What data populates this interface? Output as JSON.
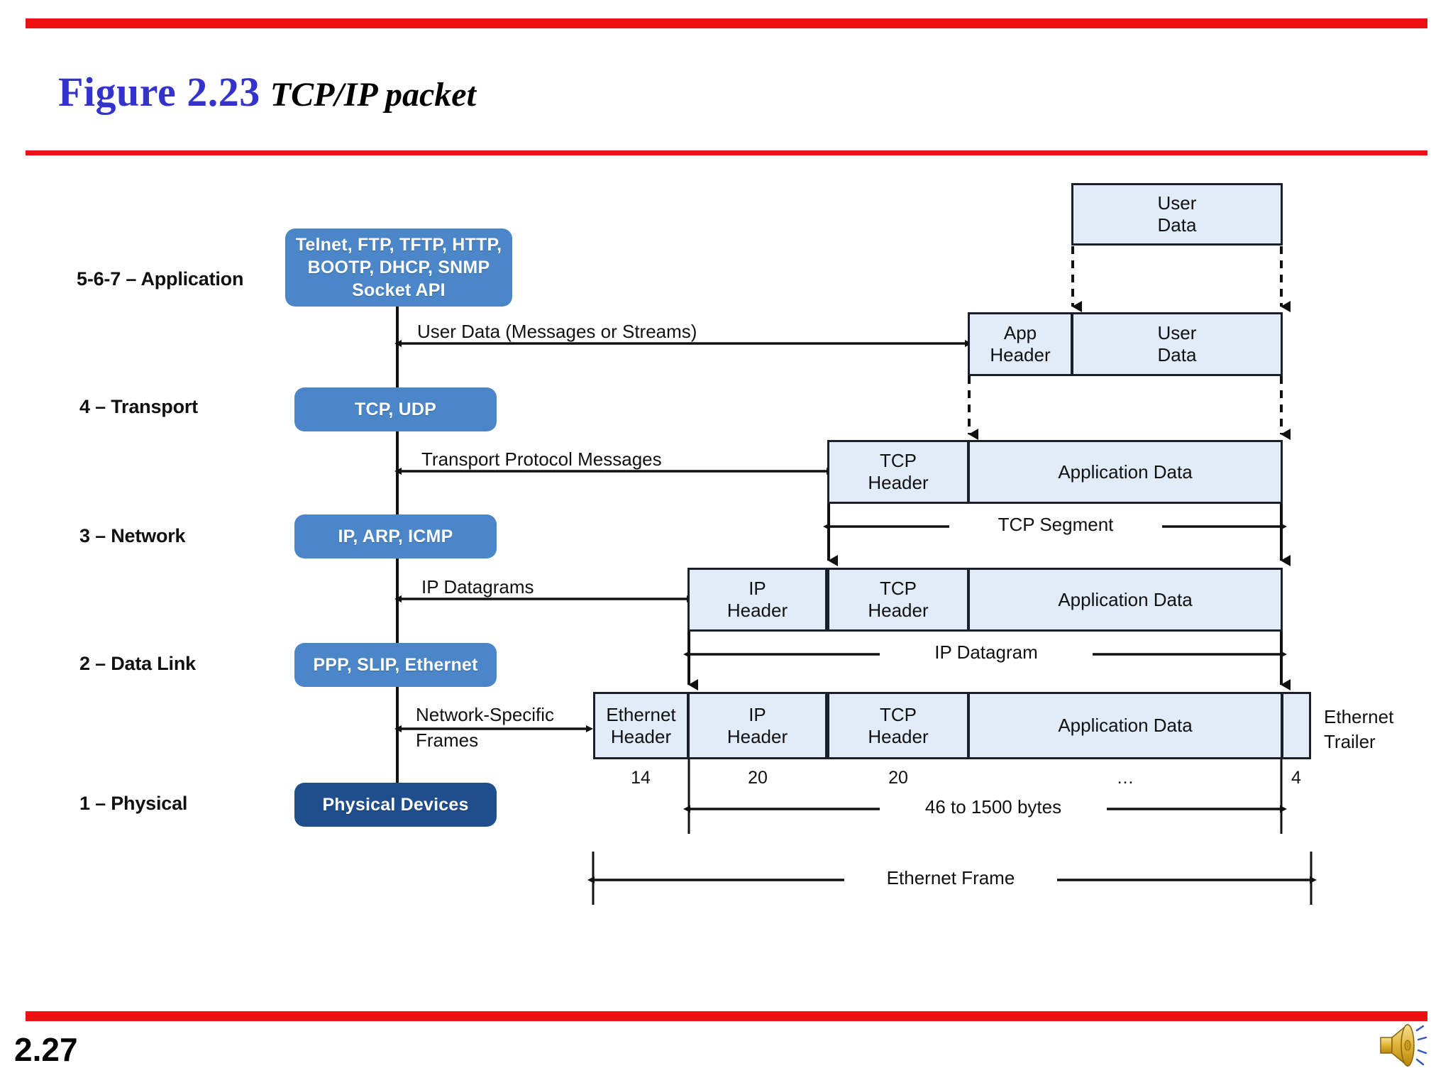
{
  "slide": {
    "figure_number": "Figure 2.23",
    "caption": "TCP/IP packet",
    "page_number": "2.27",
    "audio_icon": "speaker-icon",
    "accent_color": "#ee1111",
    "title_color": "#3333cc",
    "protocol_box_color": "#4a86c8",
    "physical_box_color": "#1f4e8c",
    "packet_box_color": "#e2ecf8"
  },
  "layers": [
    {
      "id": "application",
      "label": "5-6-7 – Application",
      "protocols": [
        "Telnet, FTP, TFTP, HTTP,",
        "BOOTP, DHCP, SNMP",
        "Socket API"
      ]
    },
    {
      "id": "transport",
      "label": "4 – Transport",
      "protocols": [
        "TCP, UDP"
      ]
    },
    {
      "id": "network",
      "label": "3 – Network",
      "protocols": [
        "IP, ARP, ICMP"
      ]
    },
    {
      "id": "datalink",
      "label": "2 – Data Link",
      "protocols": [
        "PPP, SLIP, Ethernet"
      ]
    },
    {
      "id": "physical",
      "label": "1 – Physical",
      "protocols": [
        "Physical Devices"
      ]
    }
  ],
  "interface_labels": [
    {
      "id": "app-to-transport",
      "text": "User Data (Messages or Streams)"
    },
    {
      "id": "transport-to-net",
      "text": "Transport Protocol Messages"
    },
    {
      "id": "net-to-link",
      "text": "IP Datagrams"
    },
    {
      "id": "link-to-phys-1",
      "text": "Network-Specific"
    },
    {
      "id": "link-to-phys-2",
      "text": "Frames"
    }
  ],
  "packet_rows": [
    {
      "id": "row-user-data",
      "fields": [
        {
          "name": "user-data",
          "lines": [
            "User",
            "Data"
          ]
        }
      ]
    },
    {
      "id": "row-app",
      "fields": [
        {
          "name": "app-header",
          "lines": [
            "App",
            "Header"
          ]
        },
        {
          "name": "user-data",
          "lines": [
            "User",
            "Data"
          ]
        }
      ]
    },
    {
      "id": "row-tcp",
      "fields": [
        {
          "name": "tcp-header",
          "lines": [
            "TCP",
            "Header"
          ]
        },
        {
          "name": "application-data",
          "lines": [
            "Application Data"
          ]
        }
      ],
      "span_label": "TCP Segment"
    },
    {
      "id": "row-ip",
      "fields": [
        {
          "name": "ip-header",
          "lines": [
            "IP",
            "Header"
          ]
        },
        {
          "name": "tcp-header",
          "lines": [
            "TCP",
            "Header"
          ]
        },
        {
          "name": "application-data",
          "lines": [
            "Application Data"
          ]
        }
      ],
      "span_label": "IP Datagram"
    },
    {
      "id": "row-ethernet",
      "fields": [
        {
          "name": "ethernet-header",
          "lines": [
            "Ethernet",
            "Header"
          ],
          "bytes": "14"
        },
        {
          "name": "ip-header",
          "lines": [
            "IP",
            "Header"
          ],
          "bytes": "20"
        },
        {
          "name": "tcp-header",
          "lines": [
            "TCP",
            "Header"
          ],
          "bytes": "20"
        },
        {
          "name": "application-data",
          "lines": [
            "Application Data"
          ],
          "bytes": "…"
        },
        {
          "name": "ethernet-trailer-cell",
          "lines": [
            ""
          ],
          "bytes": "4"
        }
      ],
      "outside_label_lines": [
        "Ethernet",
        "Trailer"
      ],
      "span_labels": [
        "46 to 1500 bytes",
        "Ethernet Frame"
      ]
    }
  ]
}
